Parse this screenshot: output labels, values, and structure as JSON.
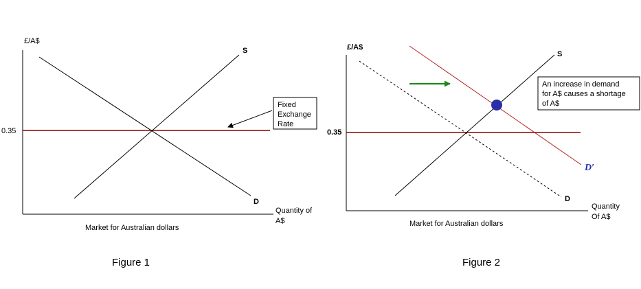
{
  "figure1": {
    "y_axis_label": "£/A$",
    "price_tick": "0.35",
    "supply_label": "S",
    "demand_label": "D",
    "x_axis_label_line1": "Quantity of",
    "x_axis_label_line2": "A$",
    "market_label": "Market for Australian dollars",
    "callout_line1": "Fixed",
    "callout_line2": "Exchange",
    "callout_line3": "Rate",
    "caption": "Figure 1"
  },
  "figure2": {
    "y_axis_label": "£/A$",
    "price_tick": "0.35",
    "supply_label": "S",
    "demand_label": "D",
    "new_demand_label": "D′",
    "x_axis_label_line1": "Quantity",
    "x_axis_label_line2": "Of A$",
    "market_label": "Market for Australian dollars",
    "callout_line1": "An increase in demand",
    "callout_line2": "for A$ causes a shortage",
    "callout_line3": "of A$",
    "caption": "Figure 2"
  },
  "colors": {
    "axis": "#000000",
    "price_line": "#8b0000",
    "new_demand": "#b22222",
    "shift_arrow": "#1a8a1a",
    "equilibrium_dot": "#2a2fa8",
    "d_prime_label": "#1f2fb0"
  }
}
